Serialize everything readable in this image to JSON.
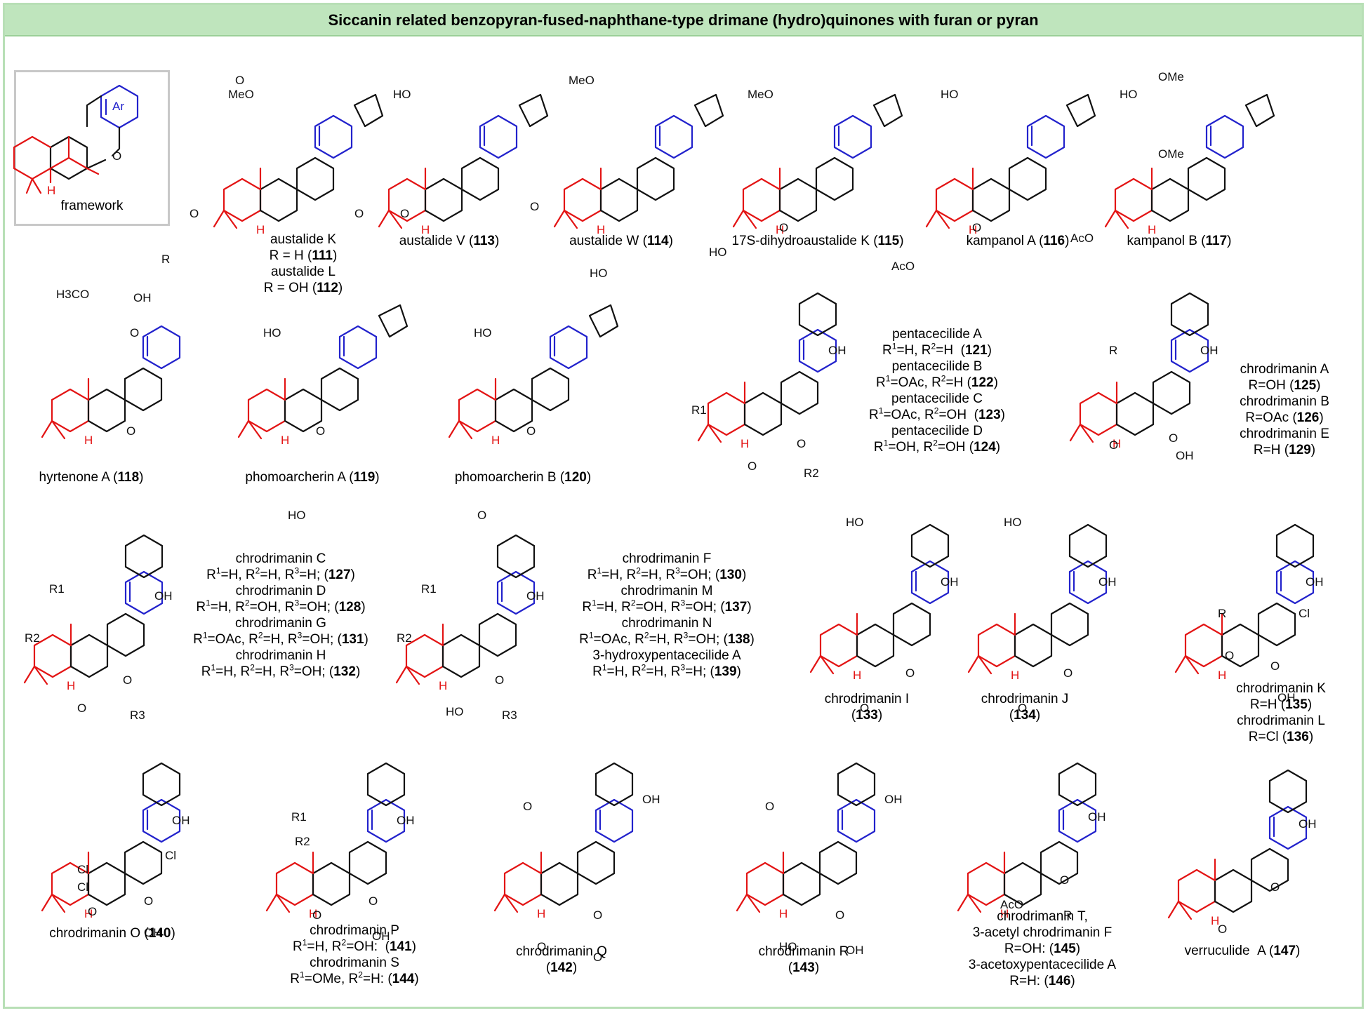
{
  "title": "Siccanin related benzopyran-fused-naphthane-type drimane (hydro)quinones with furan or pyran",
  "framework": {
    "label": "framework",
    "aryl_label": "Ar"
  },
  "colors": {
    "drimane": "#e31414",
    "aromatic": "#2222cc",
    "header_bg": "#bfe5bd",
    "border": "#b8dfb6"
  },
  "compounds": [
    {
      "id": "c111",
      "lines": [
        "austalide K",
        "R = H (111)",
        "austalide L",
        "R = OH (112)"
      ]
    },
    {
      "id": "c113",
      "lines": [
        "austalide V (113)"
      ]
    },
    {
      "id": "c114",
      "lines": [
        "austalide W (114)"
      ]
    },
    {
      "id": "c115",
      "lines": [
        "17S-dihydroaustalide K (115)"
      ]
    },
    {
      "id": "c116",
      "lines": [
        "kampanol A (116)"
      ]
    },
    {
      "id": "c117",
      "lines": [
        "kampanol B (117)"
      ]
    },
    {
      "id": "c118",
      "lines": [
        "hyrtenone A (118)"
      ]
    },
    {
      "id": "c119",
      "lines": [
        "phomoarcherin A (119)"
      ]
    },
    {
      "id": "c120",
      "lines": [
        "phomoarcherin B (120)"
      ]
    },
    {
      "id": "c121",
      "lines": [
        "pentacecilide A",
        "R1=H, R2=H (121)",
        "pentacecilide B",
        "R1=OAc, R2=H (122)",
        "pentacecilide C",
        "R1=OAc, R2=OH (123)",
        "pentacecilide D",
        "R1=OH, R2=OH (124)"
      ]
    },
    {
      "id": "c125",
      "lines": [
        "chrodrimanin A",
        "R=OH (125)",
        "chrodrimanin B",
        "R=OAc (126)",
        "chrodrimanin E",
        "R=H (129)"
      ]
    },
    {
      "id": "c127",
      "lines": [
        "chrodrimanin C",
        "R1=H, R2=H, R3=H; (127)",
        "chrodrimanin D",
        "R1=H, R2=OH, R3=OH; (128)",
        "chrodrimanin G",
        "R1=OAc, R2=H, R3=OH; (131)",
        "chrodrimanin H",
        "R1=H, R2=H, R3=OH; (132)"
      ]
    },
    {
      "id": "c130",
      "lines": [
        "chrodrimanin F",
        "R1=H, R2=H, R3=OH; (130)",
        "chrodrimanin M",
        "R1=H, R2=OH, R3=OH; (137)",
        "chrodrimanin N",
        "R1=OAc, R2=H, R3=OH; (138)",
        "3-hydroxypentacecilide A",
        "R1=H, R2=H, R3=H; (139)"
      ]
    },
    {
      "id": "c133",
      "lines": [
        "chrodrimanin I",
        "(133)"
      ]
    },
    {
      "id": "c134",
      "lines": [
        "chrodrimanin J",
        "(134)"
      ]
    },
    {
      "id": "c135",
      "lines": [
        "chrodrimanin K",
        "R=H (135)",
        "chrodrimanin L",
        "R=Cl (136)"
      ]
    },
    {
      "id": "c140",
      "lines": [
        "chrodrimanin O (140)"
      ]
    },
    {
      "id": "c141",
      "lines": [
        "chrodrimanin P",
        "R1=H, R2=OH: (141)",
        "chrodrimanin S",
        "R1=OMe, R2=H: (144)"
      ]
    },
    {
      "id": "c142",
      "lines": [
        "chrodrimanin Q",
        "(142)"
      ]
    },
    {
      "id": "c143",
      "lines": [
        "chrodrimanin R",
        "(143)"
      ]
    },
    {
      "id": "c145",
      "lines": [
        "chrodrimanin T,",
        "3-acetyl chrodrimanin F",
        "R=OH: (145)",
        "3-acetoxypentacecilide A",
        "R=H: (146)"
      ]
    },
    {
      "id": "c147",
      "lines": [
        "verruculide A (147)"
      ]
    }
  ],
  "atom_labels": {
    "MeO": "MeO",
    "HO": "HO",
    "OH": "OH",
    "O": "O",
    "H": "H",
    "R": "R",
    "AcO": "AcO",
    "OMe": "OMe",
    "H3CO": "H3CO",
    "Cl": "Cl",
    "R1": "R1",
    "R2": "R2",
    "R3": "R3"
  }
}
